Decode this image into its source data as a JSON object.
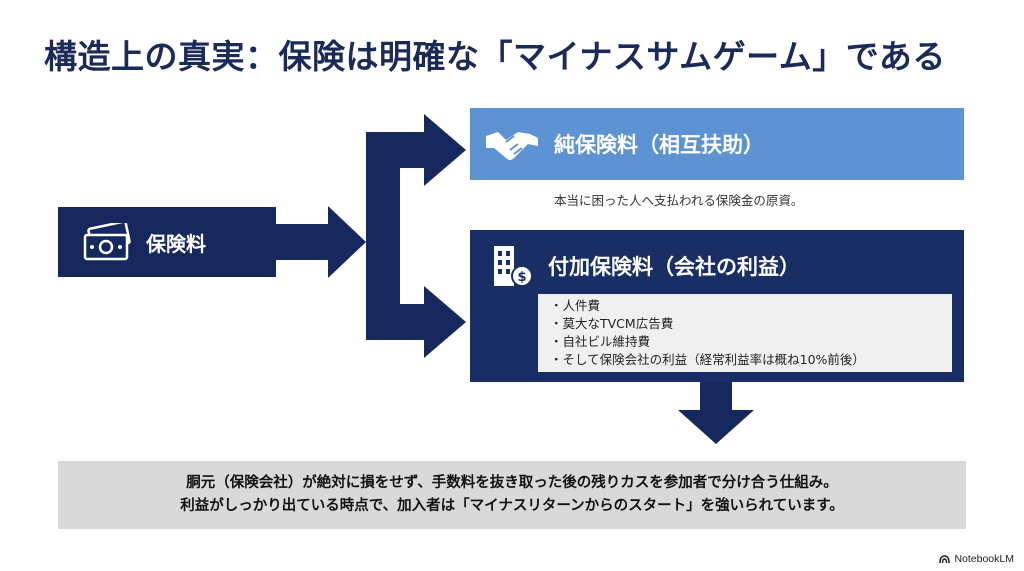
{
  "title": "構造上の真実：保険は明確な「マイナスサムゲーム」である",
  "source": {
    "label": "保険料",
    "icon": "money-icon"
  },
  "pure_premium": {
    "label": "純保険料（相互扶助）",
    "icon": "handshake-icon",
    "description": "本当に困った人へ支払われる保険金の原資。"
  },
  "loading_premium": {
    "label": "付加保険料（会社の利益）",
    "icon": "building-money-icon",
    "items": [
      "・人件費",
      "・莫大なTVCM広告費",
      "・自社ビル維持費",
      "・そして保険会社の利益（経常利益率は概ね10%前後）"
    ]
  },
  "conclusion": {
    "line1": "胴元（保険会社）が絶対に損をせず、手数料を抜き取った後の残りカスを参加者で分け合う仕組み。",
    "line2": "利益がしっかり出ている時点で、加入者は「マイナスリターンからのスタート」を強いられています。"
  },
  "brand": "NotebookLM",
  "colors": {
    "navy": "#16285e",
    "light_blue": "#5d93d3",
    "gray": "#d9d9d9"
  }
}
